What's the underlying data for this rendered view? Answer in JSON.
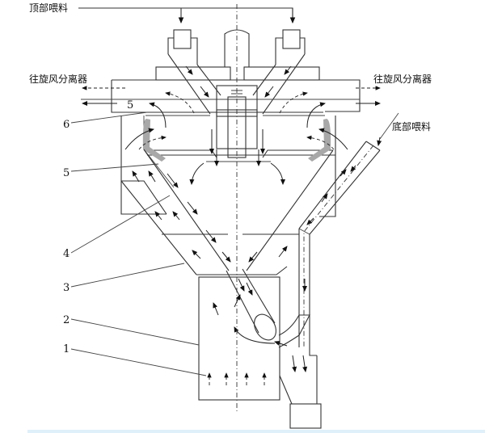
{
  "labels": {
    "top_feed": "顶部喂料",
    "to_cyclone_left": "往旋风分离器",
    "to_cyclone_right": "往旋风分离器",
    "bottom_feed": "底部喂料"
  },
  "callouts": [
    "1",
    "2",
    "3",
    "4",
    "5",
    "6"
  ],
  "inner_mark": "5",
  "colors": {
    "line": "#333333",
    "liner": "#a8a8a8",
    "bottom_strip": "#dff0fa"
  }
}
